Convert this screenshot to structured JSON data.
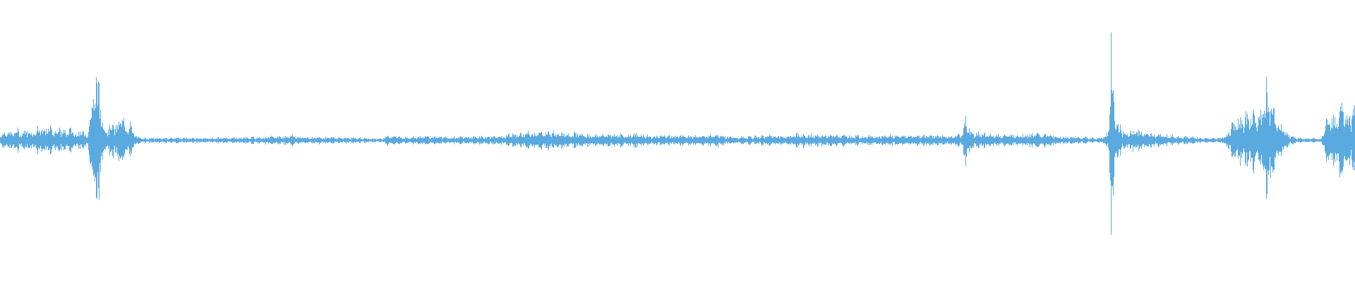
{
  "waveform": {
    "color": "#5aaae0",
    "background": "#ffffff",
    "envelope_peaks": [
      [
        0.0,
        0.06
      ],
      [
        0.004,
        0.09
      ],
      [
        0.008,
        0.07
      ],
      [
        0.012,
        0.1
      ],
      [
        0.016,
        0.07
      ],
      [
        0.02,
        0.11
      ],
      [
        0.024,
        0.08
      ],
      [
        0.028,
        0.12
      ],
      [
        0.032,
        0.09
      ],
      [
        0.036,
        0.13
      ],
      [
        0.04,
        0.1
      ],
      [
        0.044,
        0.12
      ],
      [
        0.048,
        0.08
      ],
      [
        0.052,
        0.11
      ],
      [
        0.056,
        0.07
      ],
      [
        0.06,
        0.09
      ],
      [
        0.064,
        0.06
      ],
      [
        0.067,
        0.28
      ],
      [
        0.069,
        0.5
      ],
      [
        0.071,
        0.7
      ],
      [
        0.073,
        0.45
      ],
      [
        0.075,
        0.25
      ],
      [
        0.078,
        0.1
      ],
      [
        0.082,
        0.18
      ],
      [
        0.086,
        0.12
      ],
      [
        0.089,
        0.25
      ],
      [
        0.092,
        0.15
      ],
      [
        0.095,
        0.18
      ],
      [
        0.098,
        0.08
      ],
      [
        0.101,
        0.03
      ],
      [
        0.11,
        0.02
      ],
      [
        0.13,
        0.025
      ],
      [
        0.15,
        0.02
      ],
      [
        0.17,
        0.025
      ],
      [
        0.19,
        0.03
      ],
      [
        0.21,
        0.04
      ],
      [
        0.215,
        0.05
      ],
      [
        0.22,
        0.03
      ],
      [
        0.24,
        0.03
      ],
      [
        0.26,
        0.025
      ],
      [
        0.28,
        0.015
      ],
      [
        0.285,
        0.04
      ],
      [
        0.29,
        0.05
      ],
      [
        0.295,
        0.03
      ],
      [
        0.31,
        0.04
      ],
      [
        0.33,
        0.03
      ],
      [
        0.35,
        0.035
      ],
      [
        0.37,
        0.04
      ],
      [
        0.38,
        0.06
      ],
      [
        0.39,
        0.07
      ],
      [
        0.4,
        0.08
      ],
      [
        0.41,
        0.08
      ],
      [
        0.42,
        0.07
      ],
      [
        0.43,
        0.06
      ],
      [
        0.44,
        0.05
      ],
      [
        0.45,
        0.06
      ],
      [
        0.46,
        0.05
      ],
      [
        0.47,
        0.06
      ],
      [
        0.48,
        0.04
      ],
      [
        0.49,
        0.05
      ],
      [
        0.5,
        0.04
      ],
      [
        0.51,
        0.05
      ],
      [
        0.52,
        0.04
      ],
      [
        0.53,
        0.07
      ],
      [
        0.535,
        0.04
      ],
      [
        0.54,
        0.03
      ],
      [
        0.55,
        0.03
      ],
      [
        0.56,
        0.04
      ],
      [
        0.57,
        0.05
      ],
      [
        0.58,
        0.04
      ],
      [
        0.59,
        0.06
      ],
      [
        0.6,
        0.05
      ],
      [
        0.61,
        0.05
      ],
      [
        0.62,
        0.05
      ],
      [
        0.63,
        0.04
      ],
      [
        0.64,
        0.05
      ],
      [
        0.65,
        0.04
      ],
      [
        0.66,
        0.05
      ],
      [
        0.67,
        0.04
      ],
      [
        0.68,
        0.05
      ],
      [
        0.69,
        0.05
      ],
      [
        0.7,
        0.04
      ],
      [
        0.705,
        0.05
      ],
      [
        0.71,
        0.06
      ],
      [
        0.712,
        0.25
      ],
      [
        0.715,
        0.12
      ],
      [
        0.72,
        0.07
      ],
      [
        0.73,
        0.06
      ],
      [
        0.74,
        0.05
      ],
      [
        0.75,
        0.05
      ],
      [
        0.76,
        0.06
      ],
      [
        0.77,
        0.06
      ],
      [
        0.78,
        0.04
      ],
      [
        0.79,
        0.03
      ],
      [
        0.8,
        0.03
      ],
      [
        0.81,
        0.02
      ],
      [
        0.815,
        0.03
      ],
      [
        0.818,
        0.1
      ],
      [
        0.82,
        0.98
      ],
      [
        0.822,
        0.4
      ],
      [
        0.825,
        0.15
      ],
      [
        0.83,
        0.08
      ],
      [
        0.84,
        0.09
      ],
      [
        0.85,
        0.06
      ],
      [
        0.86,
        0.05
      ],
      [
        0.87,
        0.04
      ],
      [
        0.88,
        0.03
      ],
      [
        0.89,
        0.02
      ],
      [
        0.9,
        0.02
      ],
      [
        0.905,
        0.05
      ],
      [
        0.91,
        0.18
      ],
      [
        0.915,
        0.22
      ],
      [
        0.92,
        0.2
      ],
      [
        0.925,
        0.26
      ],
      [
        0.93,
        0.22
      ],
      [
        0.935,
        0.52
      ],
      [
        0.94,
        0.3
      ],
      [
        0.945,
        0.15
      ],
      [
        0.95,
        0.06
      ],
      [
        0.955,
        0.03
      ],
      [
        0.96,
        0.02
      ],
      [
        0.965,
        0.02
      ],
      [
        0.97,
        0.015
      ],
      [
        0.975,
        0.02
      ],
      [
        0.98,
        0.3
      ],
      [
        0.985,
        0.2
      ],
      [
        0.99,
        0.32
      ],
      [
        0.995,
        0.22
      ],
      [
        1.0,
        0.28
      ]
    ]
  }
}
